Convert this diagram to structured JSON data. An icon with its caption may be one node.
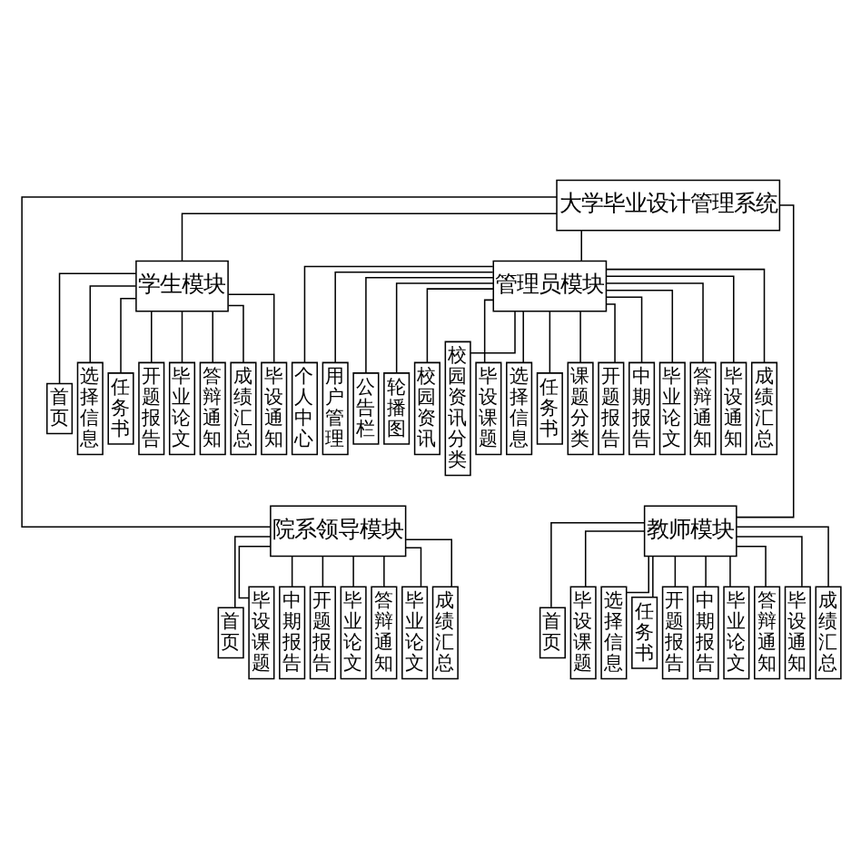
{
  "diagram": {
    "nodes": [
      {
        "text": [
          "大学毕业设计管理系统"
        ]
      },
      {
        "text": [
          "学生模块"
        ]
      },
      {
        "text": [
          "首页"
        ]
      },
      {
        "text": [
          "选择信息"
        ]
      },
      {
        "text": [
          "任务书"
        ]
      },
      {
        "text": [
          "开题报告"
        ]
      },
      {
        "text": [
          "毕业论文"
        ]
      },
      {
        "text": [
          "答辩通知"
        ]
      },
      {
        "text": [
          "成绩汇总"
        ]
      },
      {
        "text": [
          "毕设通知"
        ]
      },
      {
        "text": [
          "管理员模块"
        ]
      },
      {
        "text": [
          "个人中心"
        ]
      },
      {
        "text": [
          "用户管理"
        ]
      },
      {
        "text": [
          "公告栏"
        ]
      },
      {
        "text": [
          "轮播图"
        ]
      },
      {
        "text": [
          "校园资讯"
        ]
      },
      {
        "text": [
          "校园资讯分类"
        ]
      },
      {
        "text": [
          "毕设课题"
        ]
      },
      {
        "text": [
          "选择信息"
        ]
      },
      {
        "text": [
          "任务书"
        ]
      },
      {
        "text": [
          "课题分类"
        ]
      },
      {
        "text": [
          "开题报告"
        ]
      },
      {
        "text": [
          "中期报告"
        ]
      },
      {
        "text": [
          "毕业论文"
        ]
      },
      {
        "text": [
          "答辩通知"
        ]
      },
      {
        "text": [
          "毕设通知"
        ]
      },
      {
        "text": [
          "成绩汇总"
        ]
      },
      {
        "text": [
          "院系领导模块"
        ]
      },
      {
        "text": [
          "首页"
        ]
      },
      {
        "text": [
          "毕设课题"
        ]
      },
      {
        "text": [
          "中期报告"
        ]
      },
      {
        "text": [
          "开题报告"
        ]
      },
      {
        "text": [
          "毕业论文"
        ]
      },
      {
        "text": [
          "答辩通知"
        ]
      },
      {
        "text": [
          "毕业论文"
        ]
      },
      {
        "text": [
          "成绩汇总"
        ]
      },
      {
        "text": [
          "教师模块"
        ]
      },
      {
        "text": [
          "首页"
        ]
      },
      {
        "text": [
          "毕设课题"
        ]
      },
      {
        "text": [
          "选择信息"
        ]
      },
      {
        "text": [
          "任务书"
        ]
      },
      {
        "text": [
          "开题报告"
        ]
      },
      {
        "text": [
          "中期报告"
        ]
      },
      {
        "text": [
          "毕业论文"
        ]
      },
      {
        "text": [
          "答辩通知"
        ]
      },
      {
        "text": [
          "毕设通知"
        ]
      },
      {
        "text": [
          "成绩汇总"
        ]
      }
    ],
    "edges": [
      {
        "from": 0,
        "to": 1,
        "arrow": "none"
      },
      {
        "from": 0,
        "to": 10,
        "arrow": "none"
      },
      {
        "from": 0,
        "to": 27,
        "arrow": "none"
      },
      {
        "from": 0,
        "to": 36,
        "arrow": "none"
      },
      {
        "from": 1,
        "to": 2,
        "arrow": "none"
      },
      {
        "from": 1,
        "to": 3,
        "arrow": "none"
      },
      {
        "from": 1,
        "to": 4,
        "arrow": "none"
      },
      {
        "from": 1,
        "to": 5,
        "arrow": "none"
      },
      {
        "from": 1,
        "to": 6,
        "arrow": "none"
      },
      {
        "from": 1,
        "to": 7,
        "arrow": "none"
      },
      {
        "from": 1,
        "to": 8,
        "arrow": "none"
      },
      {
        "from": 1,
        "to": 9,
        "arrow": "none"
      },
      {
        "from": 10,
        "to": 11,
        "arrow": "none"
      },
      {
        "from": 10,
        "to": 12,
        "arrow": "none"
      },
      {
        "from": 10,
        "to": 13,
        "arrow": "none"
      },
      {
        "from": 10,
        "to": 14,
        "arrow": "none"
      },
      {
        "from": 10,
        "to": 15,
        "arrow": "none"
      },
      {
        "from": 10,
        "to": 16,
        "arrow": "none"
      },
      {
        "from": 10,
        "to": 17,
        "arrow": "none"
      },
      {
        "from": 10,
        "to": 18,
        "arrow": "none"
      },
      {
        "from": 10,
        "to": 19,
        "arrow": "none"
      },
      {
        "from": 10,
        "to": 20,
        "arrow": "none"
      },
      {
        "from": 10,
        "to": 21,
        "arrow": "none"
      },
      {
        "from": 10,
        "to": 22,
        "arrow": "none"
      },
      {
        "from": 10,
        "to": 23,
        "arrow": "none"
      },
      {
        "from": 10,
        "to": 24,
        "arrow": "none"
      },
      {
        "from": 10,
        "to": 25,
        "arrow": "none"
      },
      {
        "from": 10,
        "to": 26,
        "arrow": "none"
      },
      {
        "from": 27,
        "to": 28,
        "arrow": "none"
      },
      {
        "from": 27,
        "to": 29,
        "arrow": "none"
      },
      {
        "from": 27,
        "to": 30,
        "arrow": "none"
      },
      {
        "from": 27,
        "to": 31,
        "arrow": "none"
      },
      {
        "from": 27,
        "to": 32,
        "arrow": "none"
      },
      {
        "from": 27,
        "to": 33,
        "arrow": "none"
      },
      {
        "from": 27,
        "to": 34,
        "arrow": "none"
      },
      {
        "from": 27,
        "to": 35,
        "arrow": "none"
      },
      {
        "from": 36,
        "to": 37,
        "arrow": "none"
      },
      {
        "from": 36,
        "to": 38,
        "arrow": "none"
      },
      {
        "from": 36,
        "to": 39,
        "arrow": "none"
      },
      {
        "from": 36,
        "to": 40,
        "arrow": "none"
      },
      {
        "from": 36,
        "to": 41,
        "arrow": "none"
      },
      {
        "from": 36,
        "to": 42,
        "arrow": "none"
      },
      {
        "from": 36,
        "to": 43,
        "arrow": "none"
      },
      {
        "from": 36,
        "to": 44,
        "arrow": "none"
      },
      {
        "from": 36,
        "to": 45,
        "arrow": "none"
      },
      {
        "from": 36,
        "to": 46,
        "arrow": "none"
      }
    ]
  }
}
